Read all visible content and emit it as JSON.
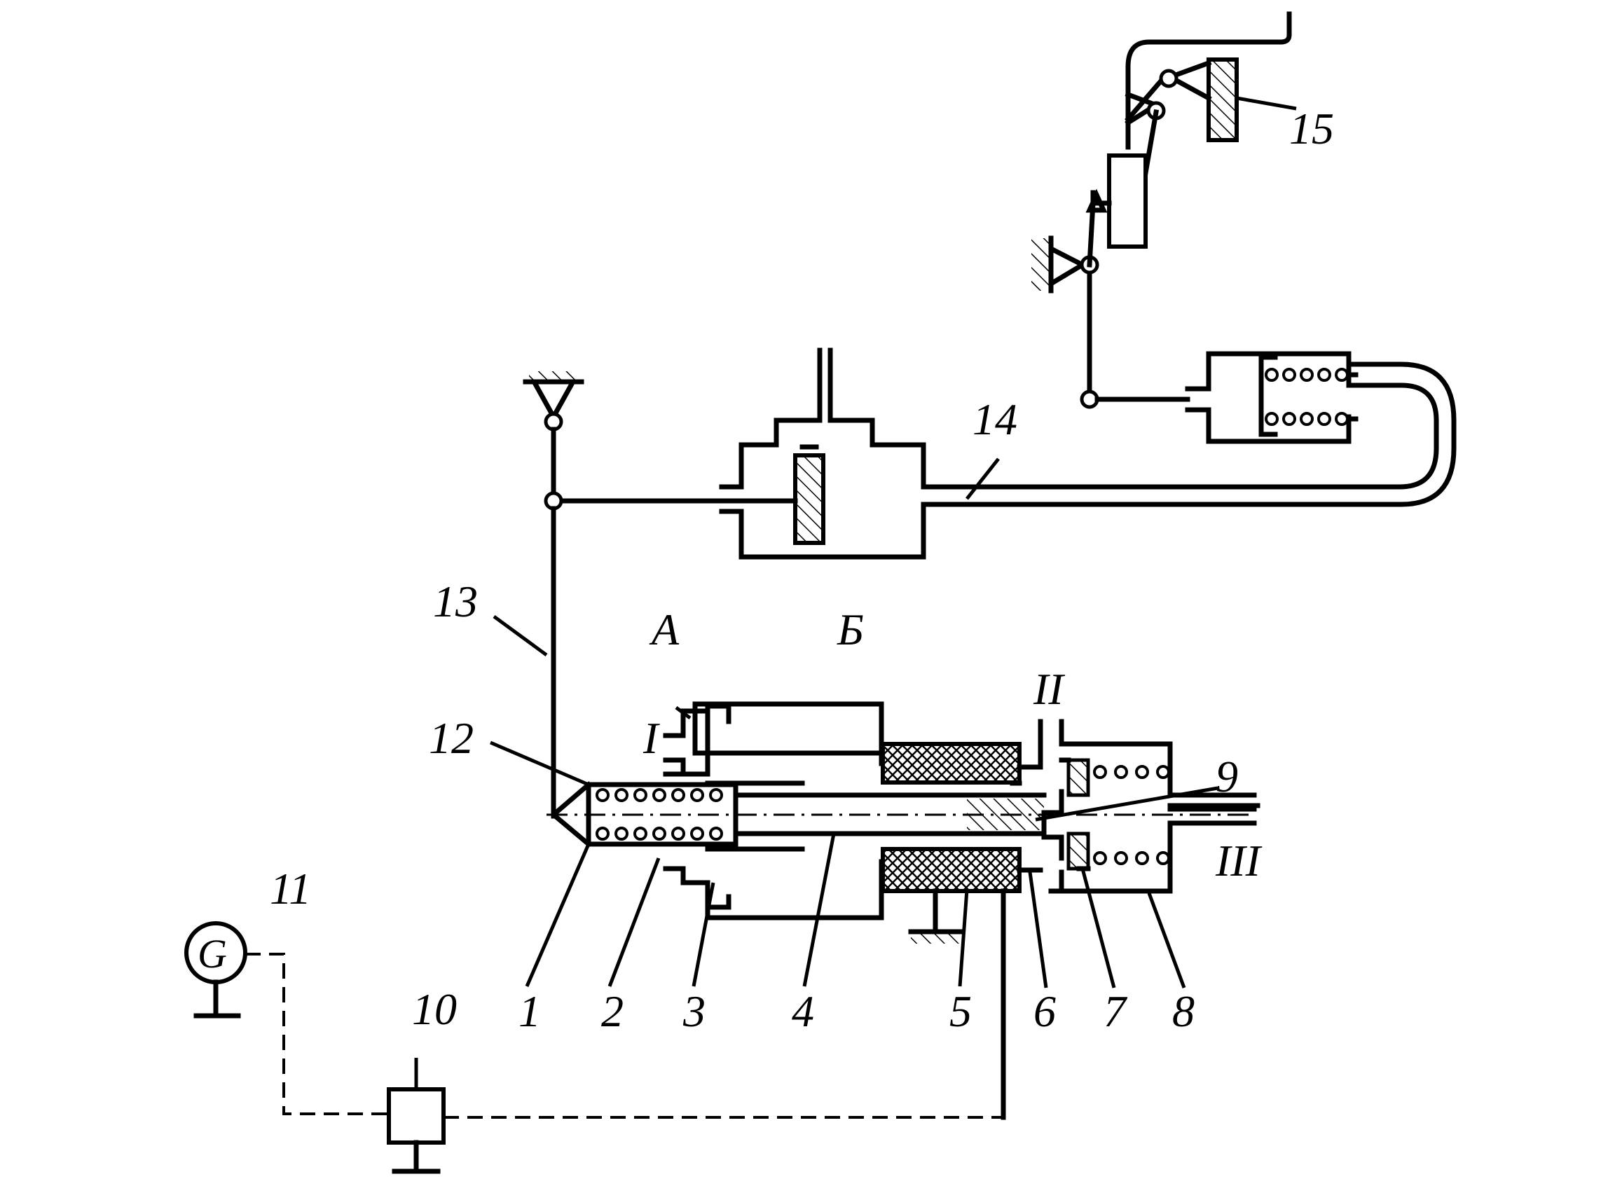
{
  "labels": {
    "n1": "1",
    "n2": "2",
    "n3": "3",
    "n4": "4",
    "n5": "5",
    "n6": "6",
    "n7": "7",
    "n8": "8",
    "n9": "9",
    "n10": "10",
    "n11": "11",
    "n12": "12",
    "n13": "13",
    "n14": "14",
    "n15": "15",
    "cavity_a": "А",
    "cavity_b": "Б",
    "port_i": "I",
    "port_ii": "II",
    "port_iii": "III",
    "generator": "G"
  },
  "colors": {
    "ink": "#000000",
    "paper": "#ffffff"
  }
}
